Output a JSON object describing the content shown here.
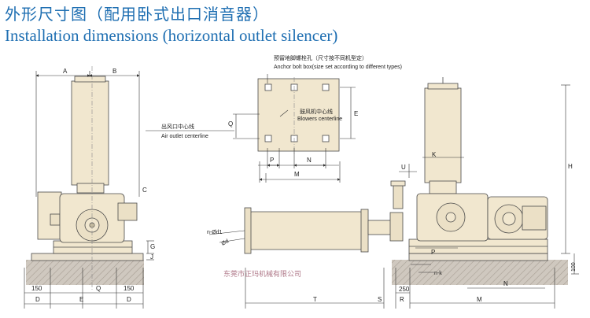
{
  "title": {
    "cn": "外形尺寸图（配用卧式出口消音器）",
    "en": "Installation dimensions (horizontal outlet silencer)"
  },
  "notes": {
    "anchor_cn": "预留地脚螺栓孔（尺寸按不同机型定）",
    "anchor_en": "Anchor bolt box(size set according to different types)",
    "blower_cn": "鼓风机中心线",
    "blower_en": "Blowers centerline",
    "outlet_cn": "出风口中心线",
    "outlet_en": "Air outlet centerline",
    "company": "东莞市正玛机械有限公司"
  },
  "dims": {
    "A": "A",
    "B": "B",
    "C": "C",
    "D": "D",
    "E": "E",
    "G": "G",
    "H": "H",
    "J": "J",
    "K": "K",
    "M": "M",
    "N": "N",
    "P": "P",
    "Q": "Q",
    "R": "R",
    "S": "S",
    "T": "T",
    "U": "U",
    "d150a": "150",
    "d150b": "150",
    "d250": "250",
    "d100": "100",
    "nk": "n-k",
    "nd1": "n-Ød1",
    "od": "Ød"
  },
  "colors": {
    "title": "#1f6fb2",
    "machine": "#f1e7cf",
    "outline": "#4a4a4a",
    "ground": "#c9c1b8",
    "company": "#b07a8a"
  }
}
